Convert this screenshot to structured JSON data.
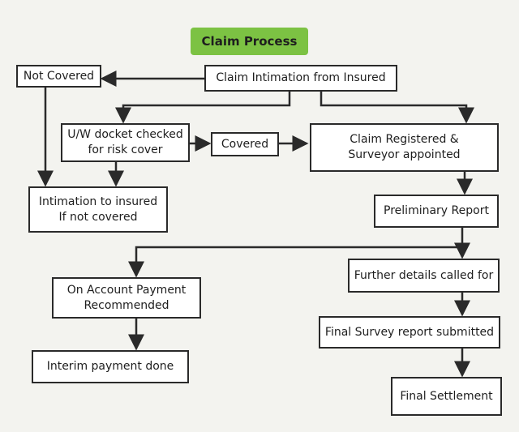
{
  "title": "Claim Process",
  "colors": {
    "title_background": "#7cc243",
    "box_border": "#2a2a2a",
    "connector": "#2a2a2a",
    "page_background": "#f3f3ef"
  },
  "nodes": {
    "not_covered": "Not Covered",
    "claim_intimation": "Claim Intimation from Insured",
    "uw_docket": "U/W docket  checked\nfor risk cover",
    "covered": "Covered",
    "claim_registered": "Claim Registered &\nSurveyor appointed",
    "intimation_insured": "Intimation to insured\nIf not covered",
    "preliminary_report": "Preliminary Report",
    "further_details": "Further details called for",
    "on_account_payment": "On Account Payment\nRecommended",
    "final_survey": "Final Survey report submitted",
    "interim_payment": "Interim payment done",
    "final_settlement": "Final Settlement"
  }
}
